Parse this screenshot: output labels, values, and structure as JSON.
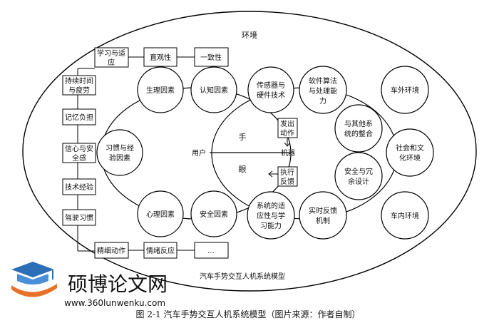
{
  "environment_label": "环境",
  "user_label": "用户",
  "machine_label": "机器",
  "hand_label": "手",
  "eye_label": "眼",
  "left_boxes": {
    "b1": [
      "学习与适",
      "应"
    ],
    "b2": [
      "持续时间",
      "与疲劳"
    ],
    "b3": [
      "记忆负担"
    ],
    "b4": [
      "信心与安",
      "全感"
    ],
    "b5": [
      "技术经验"
    ],
    "b6": [
      "驾驶习惯"
    ]
  },
  "top_boxes": {
    "t1": "直观性",
    "t2": "一致性"
  },
  "bottom_boxes": {
    "u1": "精细动作",
    "u2": "情绪反应",
    "u3": "..."
  },
  "user_circles": {
    "c1": [
      "生理因素"
    ],
    "c2": [
      "认知因素"
    ],
    "c3": [
      "习惯与经",
      "验因素"
    ],
    "c4": [
      "心理因素"
    ],
    "c5": [
      "安全因素"
    ]
  },
  "machine_circles": {
    "m1": [
      "传感器与",
      "硬件技术"
    ],
    "m2": [
      "软件算法",
      "与处理能",
      "力"
    ],
    "m3": [
      "与其他系",
      "统的整合"
    ],
    "m4": [
      "安全与冗",
      "余设计"
    ],
    "m5": [
      "实时反馈",
      "机制"
    ],
    "m6": [
      "系统的适",
      "应性与学",
      "习能力"
    ]
  },
  "env_circles": {
    "e1": [
      "车外环境"
    ],
    "e2": [
      "社会和文",
      "化环境"
    ],
    "e3": [
      "车内环境"
    ]
  },
  "flow_boxes": {
    "f1": [
      "发出",
      "动作"
    ],
    "f2": [
      "执行",
      "反馈"
    ]
  },
  "model_title": "汽车手势交互人机系统模型",
  "watermark": {
    "name": "硕博论文网",
    "url": "www.360lunwenku.com"
  },
  "caption": "图 2-1  汽车手势交互人机系统模型（图片来源：作者自制）"
}
